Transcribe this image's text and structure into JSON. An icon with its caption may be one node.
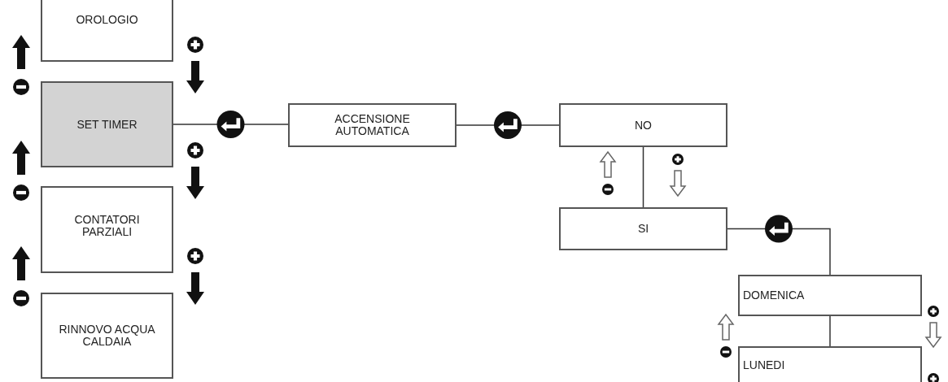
{
  "diagram": {
    "nodes": [
      {
        "text": [
          "OROLOGIO"
        ]
      },
      {
        "text": [
          "SET TIMER"
        ]
      },
      {
        "text": [
          "CONTATORI PARZIALI"
        ]
      },
      {
        "text": [
          "RINNOVO ACQUA CALDAIA"
        ]
      },
      {
        "text": [
          "ACCENSIONE AUTOMATICA"
        ]
      },
      {
        "text": [
          "NO"
        ]
      },
      {
        "text": [
          "SI"
        ]
      },
      {
        "text": [
          "DOMENICA"
        ]
      },
      {
        "text": [
          "LUNEDI"
        ]
      }
    ],
    "edges": [
      {
        "from": 1,
        "to": 4,
        "arrow": "none"
      },
      {
        "from": 4,
        "to": 5,
        "arrow": "none"
      },
      {
        "from": 5,
        "to": 6,
        "arrow": "none"
      },
      {
        "from": 6,
        "to": 7,
        "arrow": "none"
      },
      {
        "from": 7,
        "to": 8,
        "arrow": "none"
      },
      {
        "from": 0,
        "to": 1,
        "arrow": "to",
        "style": "thick"
      },
      {
        "from": 1,
        "to": 0,
        "arrow": "to",
        "style": "thick"
      },
      {
        "from": 1,
        "to": 2,
        "arrow": "to",
        "style": "thick"
      },
      {
        "from": 2,
        "to": 1,
        "arrow": "to",
        "style": "thick"
      },
      {
        "from": 2,
        "to": 3,
        "arrow": "to",
        "style": "thick"
      },
      {
        "from": 3,
        "to": 2,
        "arrow": "to",
        "style": "thick"
      },
      {
        "from": 5,
        "to": 6,
        "arrow": "to"
      },
      {
        "from": 6,
        "to": 5,
        "arrow": "to"
      },
      {
        "from": 7,
        "to": 8,
        "arrow": "to"
      },
      {
        "from": 8,
        "to": 7,
        "arrow": "to"
      }
    ]
  }
}
